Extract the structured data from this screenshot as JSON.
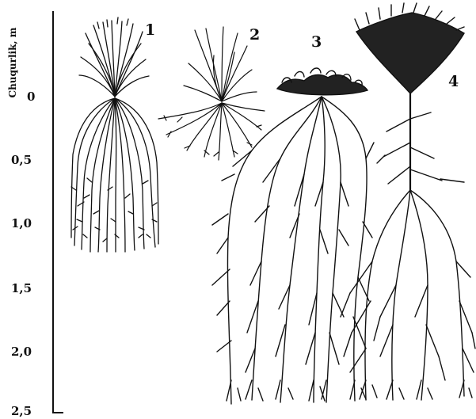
{
  "figure": {
    "y_axis_title": "Chuqurlik, m",
    "y_ticks": [
      "0",
      "0,5",
      "1,0",
      "1,5",
      "2,0",
      "2,5"
    ],
    "plants": [
      {
        "label": "1",
        "max_root_depth_m": 1.2
      },
      {
        "label": "2",
        "max_root_depth_m": 0.5
      },
      {
        "label": "3",
        "max_root_depth_m": 2.4
      },
      {
        "label": "4",
        "max_root_depth_m": 2.4
      }
    ]
  }
}
